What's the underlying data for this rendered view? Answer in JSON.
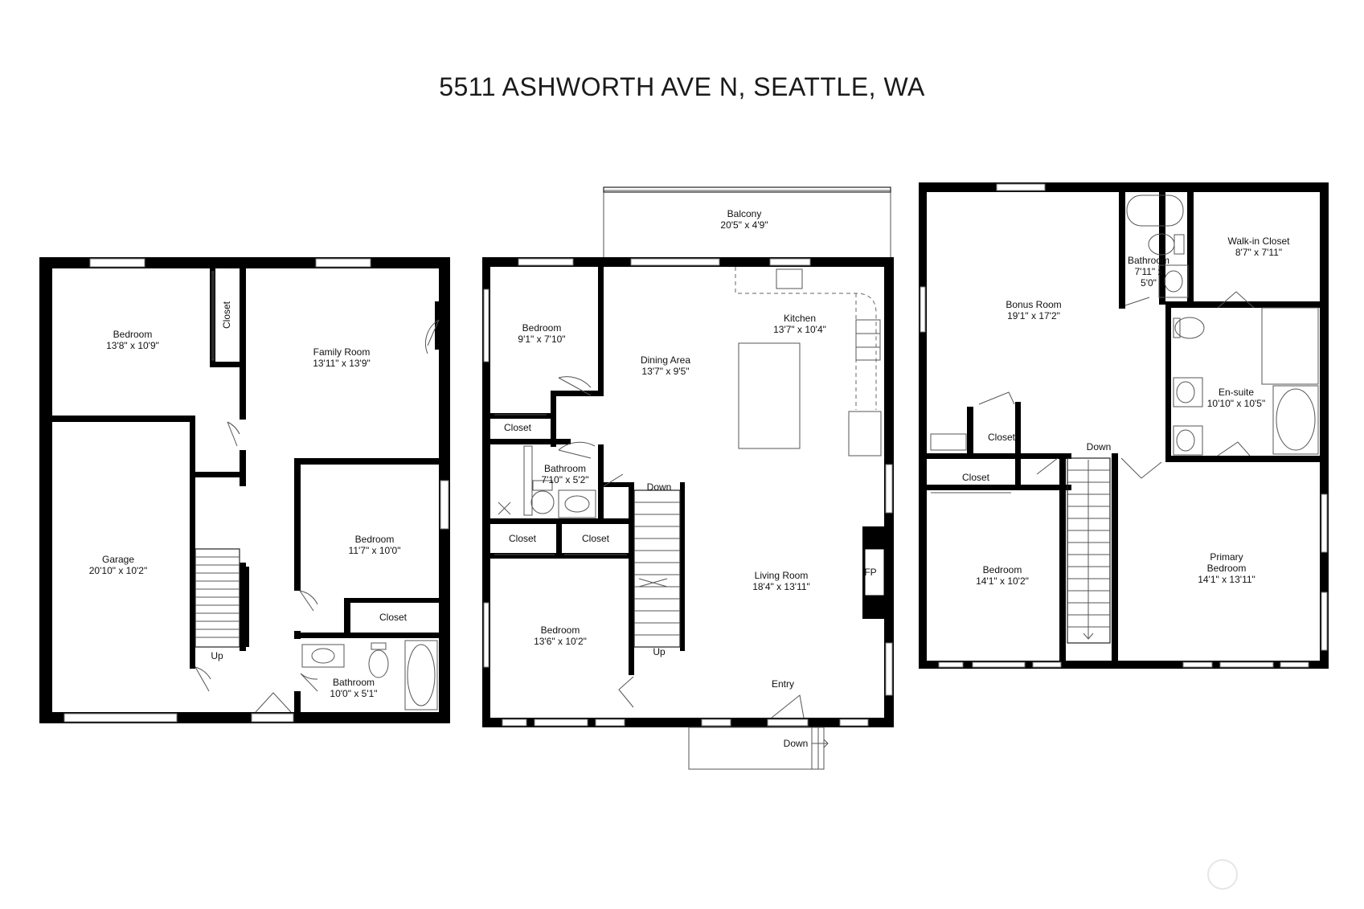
{
  "title": "5511 ASHWORTH AVE N, SEATTLE, WA",
  "floors": [
    {
      "rooms": [
        {
          "name": "Bedroom",
          "dim": "13'8\" x 10'9\""
        },
        {
          "name": "Family Room",
          "dim": "13'11\" x 13'9\""
        },
        {
          "name": "Closet"
        },
        {
          "name": "Garage",
          "dim": "20'10\" x 10'2\""
        },
        {
          "name": "Bedroom",
          "dim": "11'7\" x 10'0\""
        },
        {
          "name": "Closet"
        },
        {
          "name": "Bathroom",
          "dim": "10'0\" x 5'1\""
        }
      ],
      "labels": [
        "Up"
      ]
    },
    {
      "rooms": [
        {
          "name": "Balcony",
          "dim": "20'5\" x 4'9\""
        },
        {
          "name": "Bedroom",
          "dim": "9'1\" x 7'10\""
        },
        {
          "name": "Dining Area",
          "dim": "13'7\" x 9'5\""
        },
        {
          "name": "Kitchen",
          "dim": "13'7\" x 10'4\""
        },
        {
          "name": "Closet"
        },
        {
          "name": "Bathroom",
          "dim": "7'10\" x 5'2\""
        },
        {
          "name": "Closet"
        },
        {
          "name": "Closet"
        },
        {
          "name": "Bedroom",
          "dim": "13'6\" x 10'2\""
        },
        {
          "name": "Living Room",
          "dim": "18'4\" x 13'11\""
        }
      ],
      "labels": [
        "Down",
        "Up",
        "FP",
        "Entry",
        "Down"
      ]
    },
    {
      "rooms": [
        {
          "name": "Bonus Room",
          "dim": "19'1\" x 17'2\""
        },
        {
          "name": "Bathroom",
          "dim": "7'11\" x",
          "dim2": "5'0\""
        },
        {
          "name": "Walk-in Closet",
          "dim": "8'7\" x 7'11\""
        },
        {
          "name": "En-suite",
          "dim": "10'10\" x 10'5\""
        },
        {
          "name": "Closet"
        },
        {
          "name": "Closet"
        },
        {
          "name": "Bedroom",
          "dim": "14'1\" x 10'2\""
        },
        {
          "name": "Primary",
          "dim": "Bedroom",
          "dim2": "14'1\" x 13'11\""
        }
      ],
      "labels": [
        "Down"
      ]
    }
  ]
}
